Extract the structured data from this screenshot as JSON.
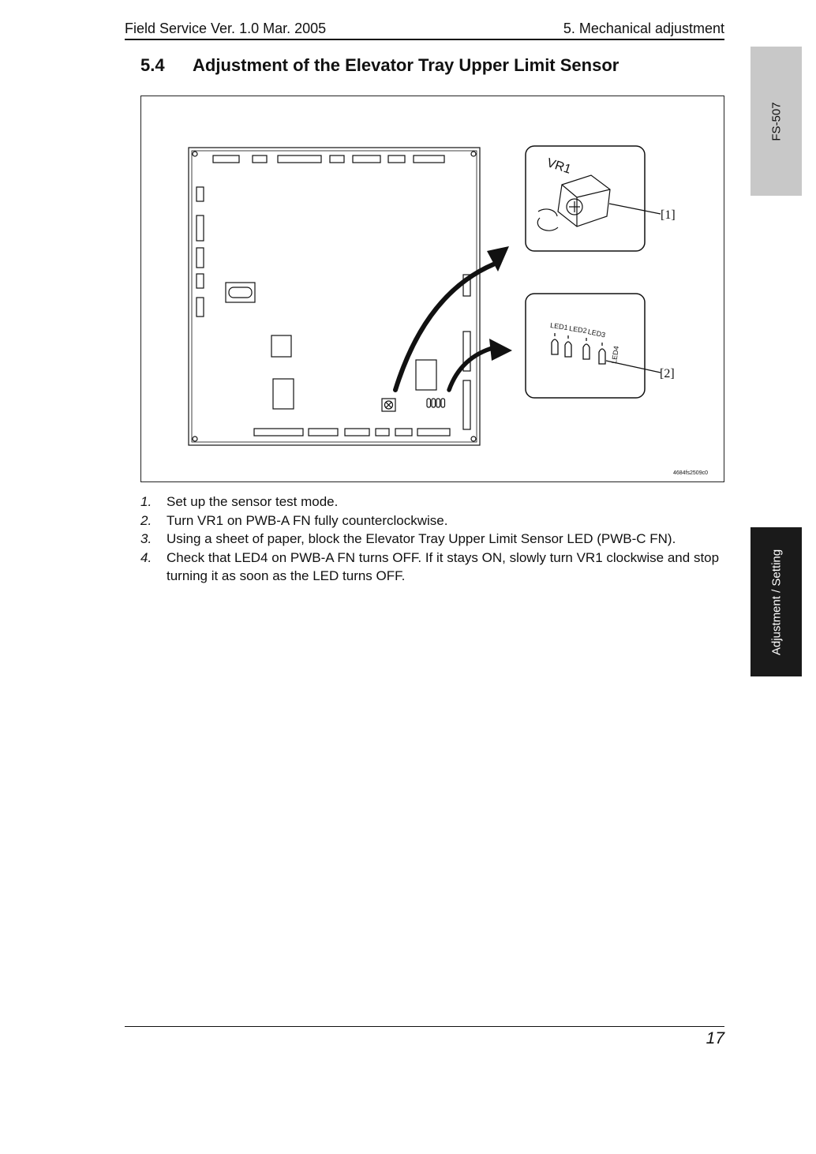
{
  "header": {
    "left": "Field Service Ver. 1.0 Mar. 2005",
    "right": "5. Mechanical adjustment"
  },
  "section": {
    "number": "5.4",
    "title": "Adjustment of the Elevator Tray Upper Limit Sensor"
  },
  "figure": {
    "vr_label": "VR1",
    "led_labels": [
      "LED1",
      "LED2",
      "LED3",
      "LED4"
    ],
    "callout_1": "[1]",
    "callout_2": "[2]",
    "figure_code": "4684fs2509c0"
  },
  "steps": [
    {
      "number": "1.",
      "text": "Set up the sensor test mode."
    },
    {
      "number": "2.",
      "text": "Turn VR1 on PWB-A FN fully counterclockwise."
    },
    {
      "number": "3.",
      "text": "Using a sheet of paper, block the Elevator Tray Upper Limit Sensor LED (PWB-C FN)."
    },
    {
      "number": "4.",
      "text": "Check that LED4 on PWB-A FN turns OFF. If it stays ON, slowly turn VR1 clockwise and stop turning it as soon as the LED turns OFF."
    }
  ],
  "side_tabs": {
    "top": "FS-507",
    "bottom": "Adjustment / Setting"
  },
  "footer": {
    "page_number": "17"
  }
}
